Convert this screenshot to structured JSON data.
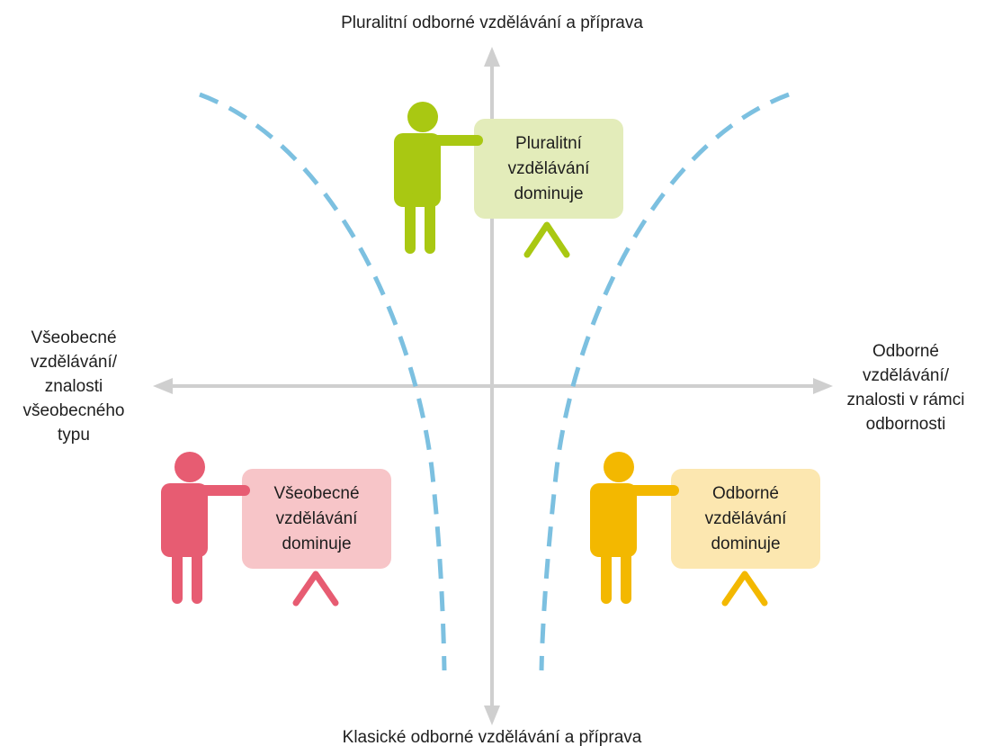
{
  "axes": {
    "top": "Pluralitní odborné vzdělávání a příprava",
    "bottom": "Klasické odborné vzdělávání a příprava",
    "left": [
      "Všeobecné",
      "vzdělávání/",
      "znalosti",
      "všeobecného",
      "typu"
    ],
    "right": [
      "Odborné",
      "vzdělávání/",
      "znalosti v rámci",
      "odbornosti"
    ]
  },
  "figures": [
    {
      "id": "plural",
      "lines": [
        "Pluralitní",
        "vzdělávání",
        "dominuje"
      ],
      "color": "#a9c812",
      "board_color": "#e3ecba"
    },
    {
      "id": "general",
      "lines": [
        "Všeobecné",
        "vzdělávání",
        "dominuje"
      ],
      "color": "#e75c72",
      "board_color": "#f7c5c8"
    },
    {
      "id": "vocational",
      "lines": [
        "Odborné",
        "vzdělávání",
        "dominuje"
      ],
      "color": "#f3b800",
      "board_color": "#fce7b0"
    }
  ],
  "colors": {
    "axis": "#cfcfcf",
    "curve": "#7cc0e0"
  }
}
